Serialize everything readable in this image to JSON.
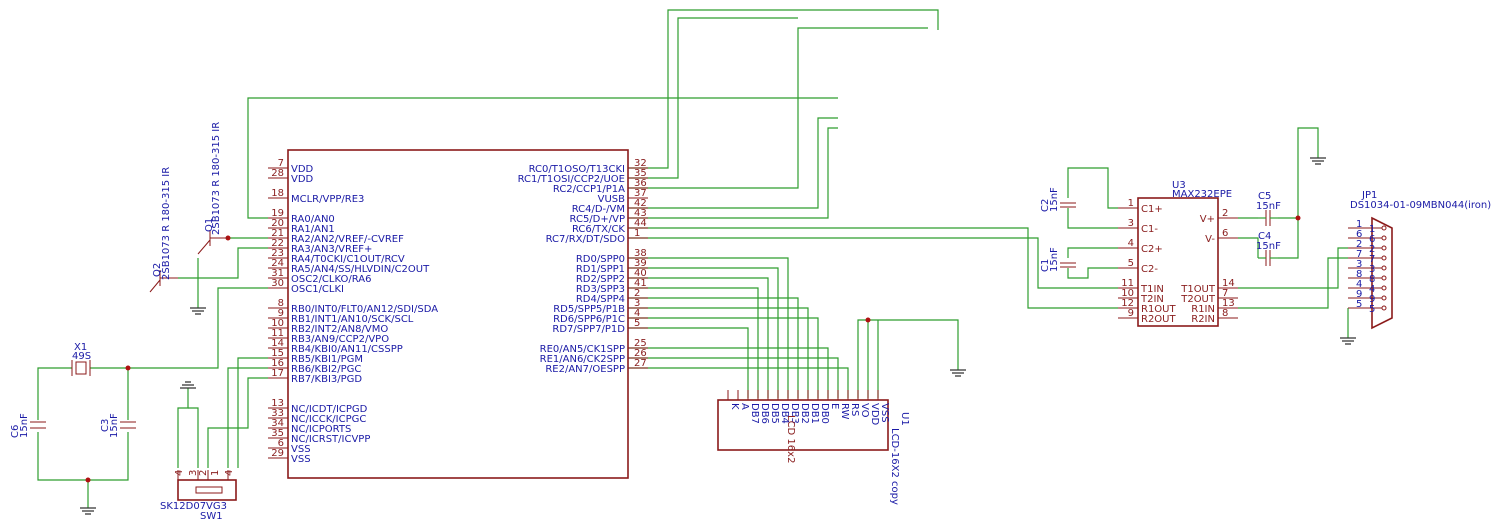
{
  "mcu": {
    "left_pins": [
      {
        "num": "7",
        "label": "VDD"
      },
      {
        "num": "28",
        "label": "VDD"
      },
      {
        "num": "18",
        "label": "MCLR/VPP/RE3"
      },
      {
        "num": "19",
        "label": "RA0/AN0"
      },
      {
        "num": "20",
        "label": "RA1/AN1"
      },
      {
        "num": "21",
        "label": "RA2/AN2/VREF/-CVREF"
      },
      {
        "num": "22",
        "label": "RA3/AN3/VREF+"
      },
      {
        "num": "23",
        "label": "RA4/T0CKI/C1OUT/RCV"
      },
      {
        "num": "24",
        "label": "RA5/AN4/SS/HLVDIN/C2OUT"
      },
      {
        "num": "31",
        "label": "OSC2/CLKO/RA6"
      },
      {
        "num": "30",
        "label": "OSC1/CLKI"
      },
      {
        "num": "8",
        "label": "RB0/INT0/FLT0/AN12/SDI/SDA"
      },
      {
        "num": "9",
        "label": "RB1/INT1/AN10/SCK/SCL"
      },
      {
        "num": "10",
        "label": "RB2/INT2/AN8/VMO"
      },
      {
        "num": "11",
        "label": "RB3/AN9/CCP2/VPO"
      },
      {
        "num": "14",
        "label": "RB4/KBI0/AN11/CSSPP"
      },
      {
        "num": "15",
        "label": "RB5/KBI1/PGM"
      },
      {
        "num": "16",
        "label": "RB6/KBI2/PGC"
      },
      {
        "num": "17",
        "label": "RB7/KBI3/PGD"
      },
      {
        "num": "13",
        "label": "NC/ICDT/ICPGD"
      },
      {
        "num": "33",
        "label": "NC/ICCK/ICPGC"
      },
      {
        "num": "34",
        "label": "NC/ICPORTS"
      },
      {
        "num": "35",
        "label": "NC/ICRST/ICVPP"
      },
      {
        "num": "6",
        "label": "VSS"
      },
      {
        "num": "29",
        "label": "VSS"
      }
    ],
    "right_pins": [
      {
        "num": "32",
        "label": "RC0/T1OSO/T13CKI"
      },
      {
        "num": "35",
        "label": "RC1/T1OSI/CCP2/UOE"
      },
      {
        "num": "36",
        "label": "RC2/CCP1/P1A"
      },
      {
        "num": "37",
        "label": "VUSB"
      },
      {
        "num": "42",
        "label": "RC4/D-/VM"
      },
      {
        "num": "43",
        "label": "RC5/D+/VP"
      },
      {
        "num": "44",
        "label": "RC6/TX/CK"
      },
      {
        "num": "1",
        "label": "RC7/RX/DT/SDO"
      },
      {
        "num": "38",
        "label": "RD0/SPP0"
      },
      {
        "num": "39",
        "label": "RD1/SPP1"
      },
      {
        "num": "40",
        "label": "RD2/SPP2"
      },
      {
        "num": "41",
        "label": "RD3/SPP3"
      },
      {
        "num": "2",
        "label": "RD4/SPP4"
      },
      {
        "num": "3",
        "label": "RD5/SPP5/P1B"
      },
      {
        "num": "4",
        "label": "RD6/SPP6/P1C"
      },
      {
        "num": "5",
        "label": "RD7/SPP7/P1D"
      },
      {
        "num": "25",
        "label": "RE0/AN5/CK1SPP"
      },
      {
        "num": "26",
        "label": "RE1/AN6/CK2SPP"
      },
      {
        "num": "27",
        "label": "RE2/AN7/OESPP"
      }
    ]
  },
  "max232": {
    "name": "U3",
    "value": "MAX232EPE",
    "left_pins": [
      {
        "num": "1",
        "label": "C1+"
      },
      {
        "num": "3",
        "label": "C1-"
      },
      {
        "num": "4",
        "label": "C2+"
      },
      {
        "num": "5",
        "label": "C2-"
      },
      {
        "num": "11",
        "label": "T1IN"
      },
      {
        "num": "10",
        "label": "T2IN"
      },
      {
        "num": "12",
        "label": "R1OUT"
      },
      {
        "num": "9",
        "label": "R2OUT"
      }
    ],
    "right_pins": [
      {
        "num": "2",
        "label": "V+"
      },
      {
        "num": "6",
        "label": "V-"
      },
      {
        "num": "14",
        "label": "T1OUT"
      },
      {
        "num": "7",
        "label": "T2OUT"
      },
      {
        "num": "13",
        "label": "R1IN"
      },
      {
        "num": "8",
        "label": "R2IN"
      }
    ]
  },
  "lcd": {
    "name": "U1",
    "value": "LCD-16X2 copy",
    "inner": "LCD 16x2",
    "pins": [
      "K",
      "A",
      "DB7",
      "DB6",
      "DB5",
      "DB4",
      "DB3",
      "DB2",
      "DB1",
      "DB0",
      "E",
      "RW",
      "RS",
      "VO",
      "VDD",
      "VSS"
    ]
  },
  "db9": {
    "name": "JP1",
    "value": "DS1034-01-09MBN044(iron)",
    "pins_out": [
      "1",
      "6",
      "2",
      "7",
      "3",
      "8",
      "4",
      "9",
      "5"
    ],
    "pins_in": [
      "1",
      "6",
      "2",
      "7",
      "3",
      "8",
      "4",
      "9",
      "5"
    ]
  },
  "parts": {
    "c1": {
      "name": "C1",
      "value": "15nF"
    },
    "c2": {
      "name": "C2",
      "value": "15nF"
    },
    "c3": {
      "name": "C3",
      "value": "15nF"
    },
    "c4": {
      "name": "C4",
      "value": "15nF"
    },
    "c5": {
      "name": "C5",
      "value": "15nF"
    },
    "c6": {
      "name": "C6",
      "value": "15nF"
    },
    "x1": {
      "name": "X1",
      "value": "49S"
    },
    "q1": {
      "name": "Q1",
      "value": "2SB1073 R 180-315 IR"
    },
    "q2": {
      "name": "Q2",
      "value": "2SB1073 R 180-315 IR"
    },
    "sw1": {
      "name": "SW1",
      "value": "SK12D07VG3",
      "pins": [
        "4",
        "3",
        "2",
        "1",
        "4"
      ]
    }
  },
  "colors": {
    "wire": "#2e9e2e",
    "body": "#8b1a1a",
    "label": "#1a1aa6"
  }
}
